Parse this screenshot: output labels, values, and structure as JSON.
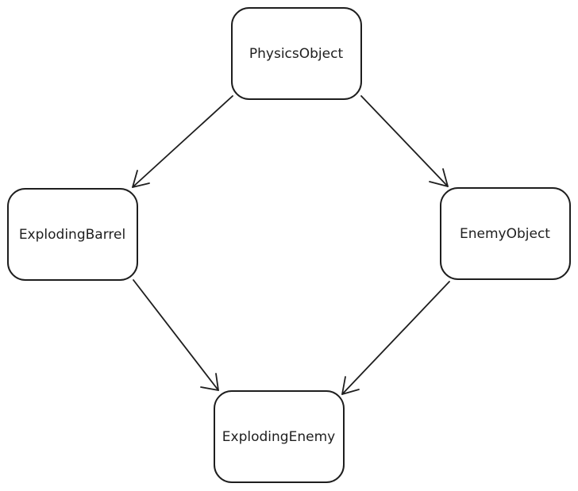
{
  "nodes": {
    "physics_object": {
      "label": "PhysicsObject"
    },
    "exploding_barrel": {
      "label": "ExplodingBarrel"
    },
    "enemy_object": {
      "label": "EnemyObject"
    },
    "exploding_enemy": {
      "label": "ExplodingEnemy"
    }
  },
  "edges": [
    {
      "from": "physics_object",
      "to": "exploding_barrel"
    },
    {
      "from": "physics_object",
      "to": "enemy_object"
    },
    {
      "from": "exploding_barrel",
      "to": "exploding_enemy"
    },
    {
      "from": "enemy_object",
      "to": "exploding_enemy"
    }
  ],
  "colors": {
    "stroke": "#1e1e1e",
    "background": "#ffffff"
  }
}
